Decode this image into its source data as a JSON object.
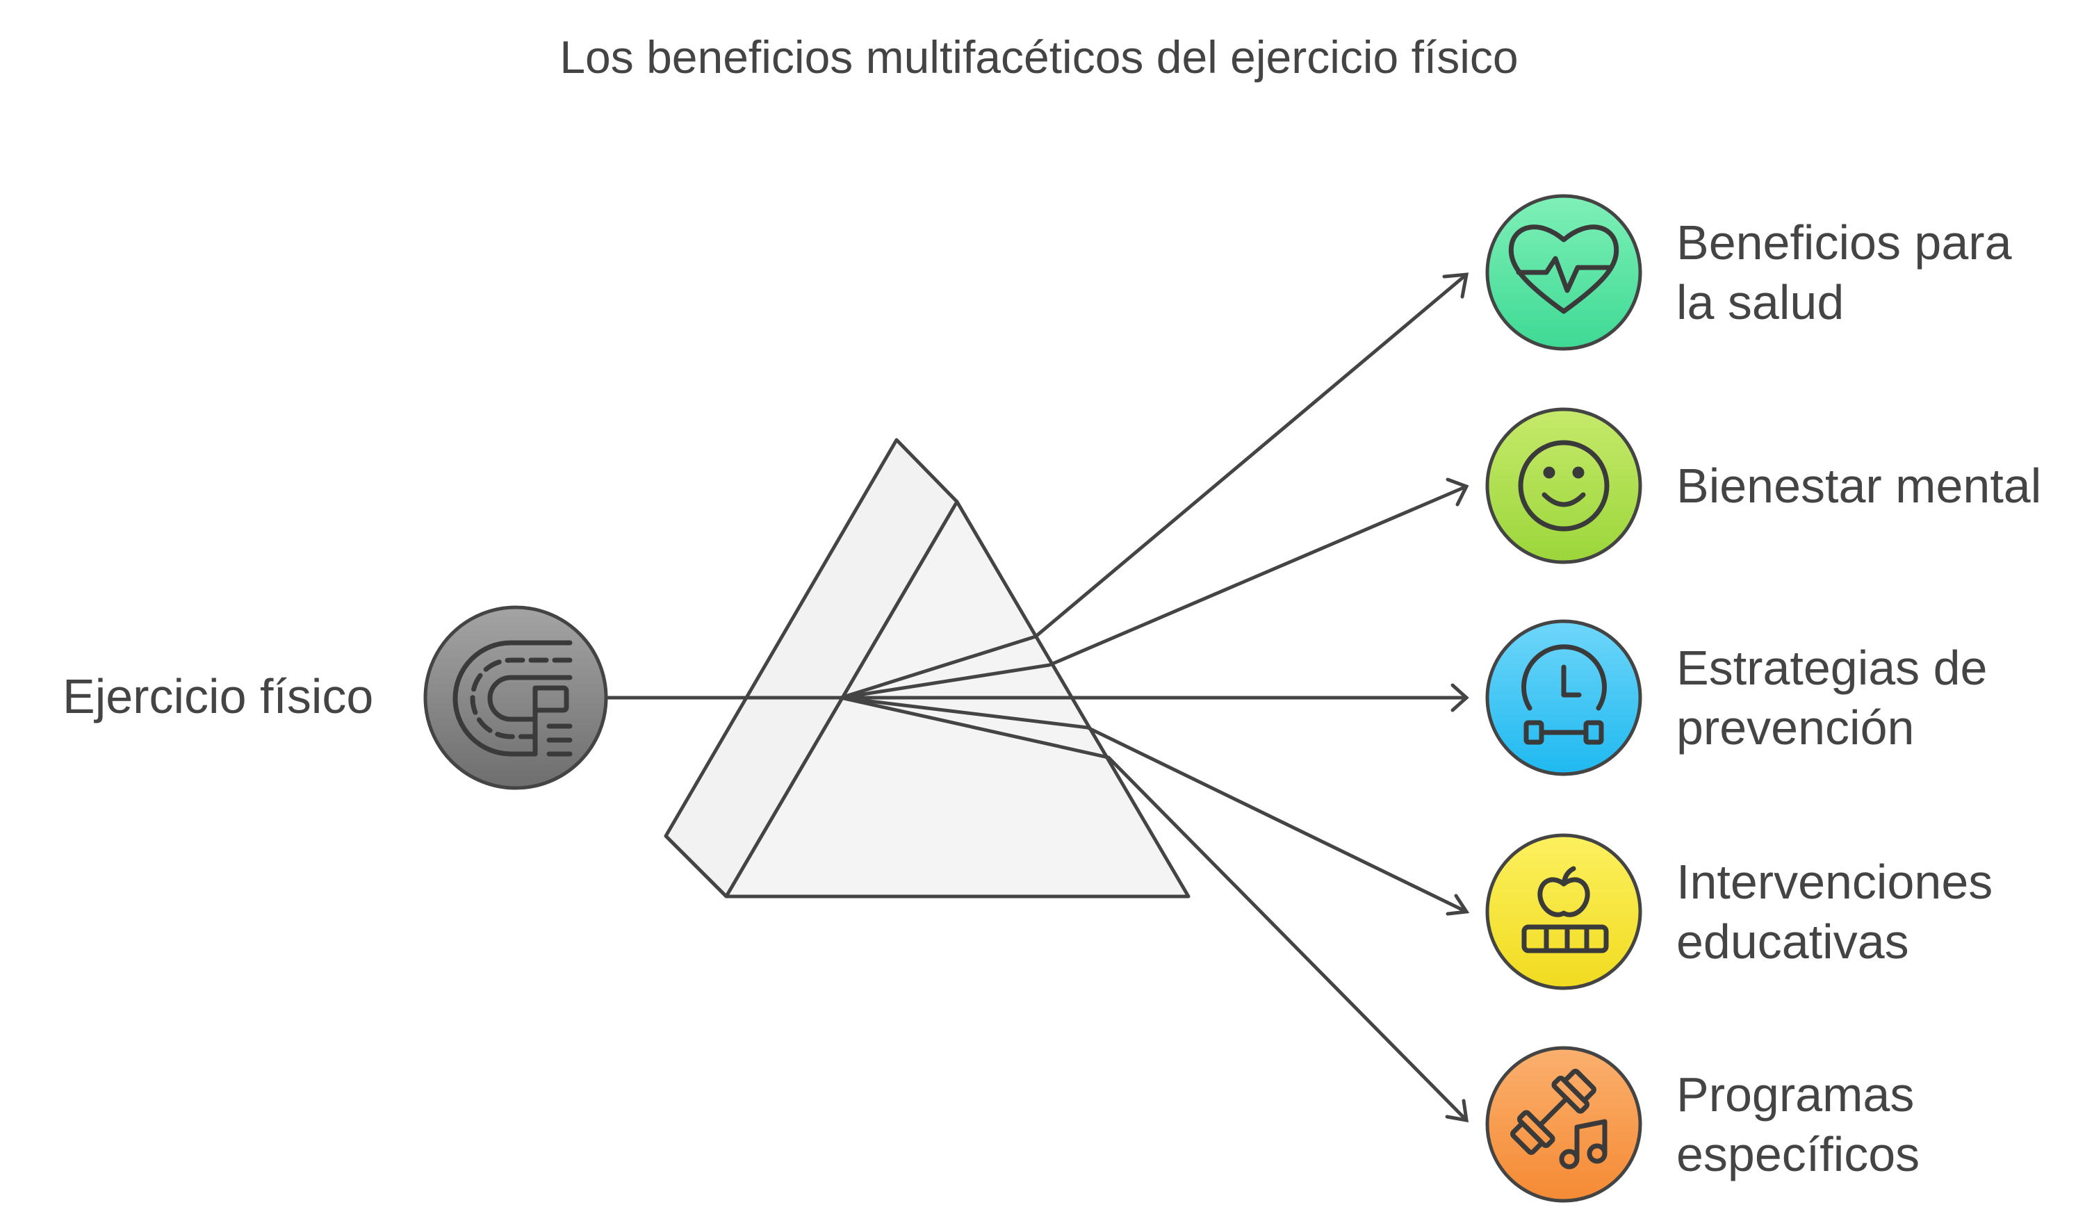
{
  "title": "Los beneficios multifacéticos del ejercicio físico",
  "source": {
    "label": "Ejercicio físico",
    "color": "#8a8a8a",
    "icon": "running-track-icon"
  },
  "outputs": [
    {
      "line1": "Beneficios para",
      "line2": "la salud",
      "color": "#4fe09e",
      "icon": "heart-rate-icon"
    },
    {
      "line1": "Bienestar mental",
      "line2": "",
      "color": "#a8dc4a",
      "icon": "smiley-face-icon"
    },
    {
      "line1": "Estrategias de",
      "line2": "prevención",
      "color": "#3cc6f5",
      "icon": "clock-fitness-icon"
    },
    {
      "line1": "Intervenciones",
      "line2": "educativas",
      "color": "#f3e331",
      "icon": "apple-books-icon"
    },
    {
      "line1": "Programas",
      "line2": "específicos",
      "color": "#f79a4a",
      "icon": "dumbbell-music-icon"
    }
  ]
}
